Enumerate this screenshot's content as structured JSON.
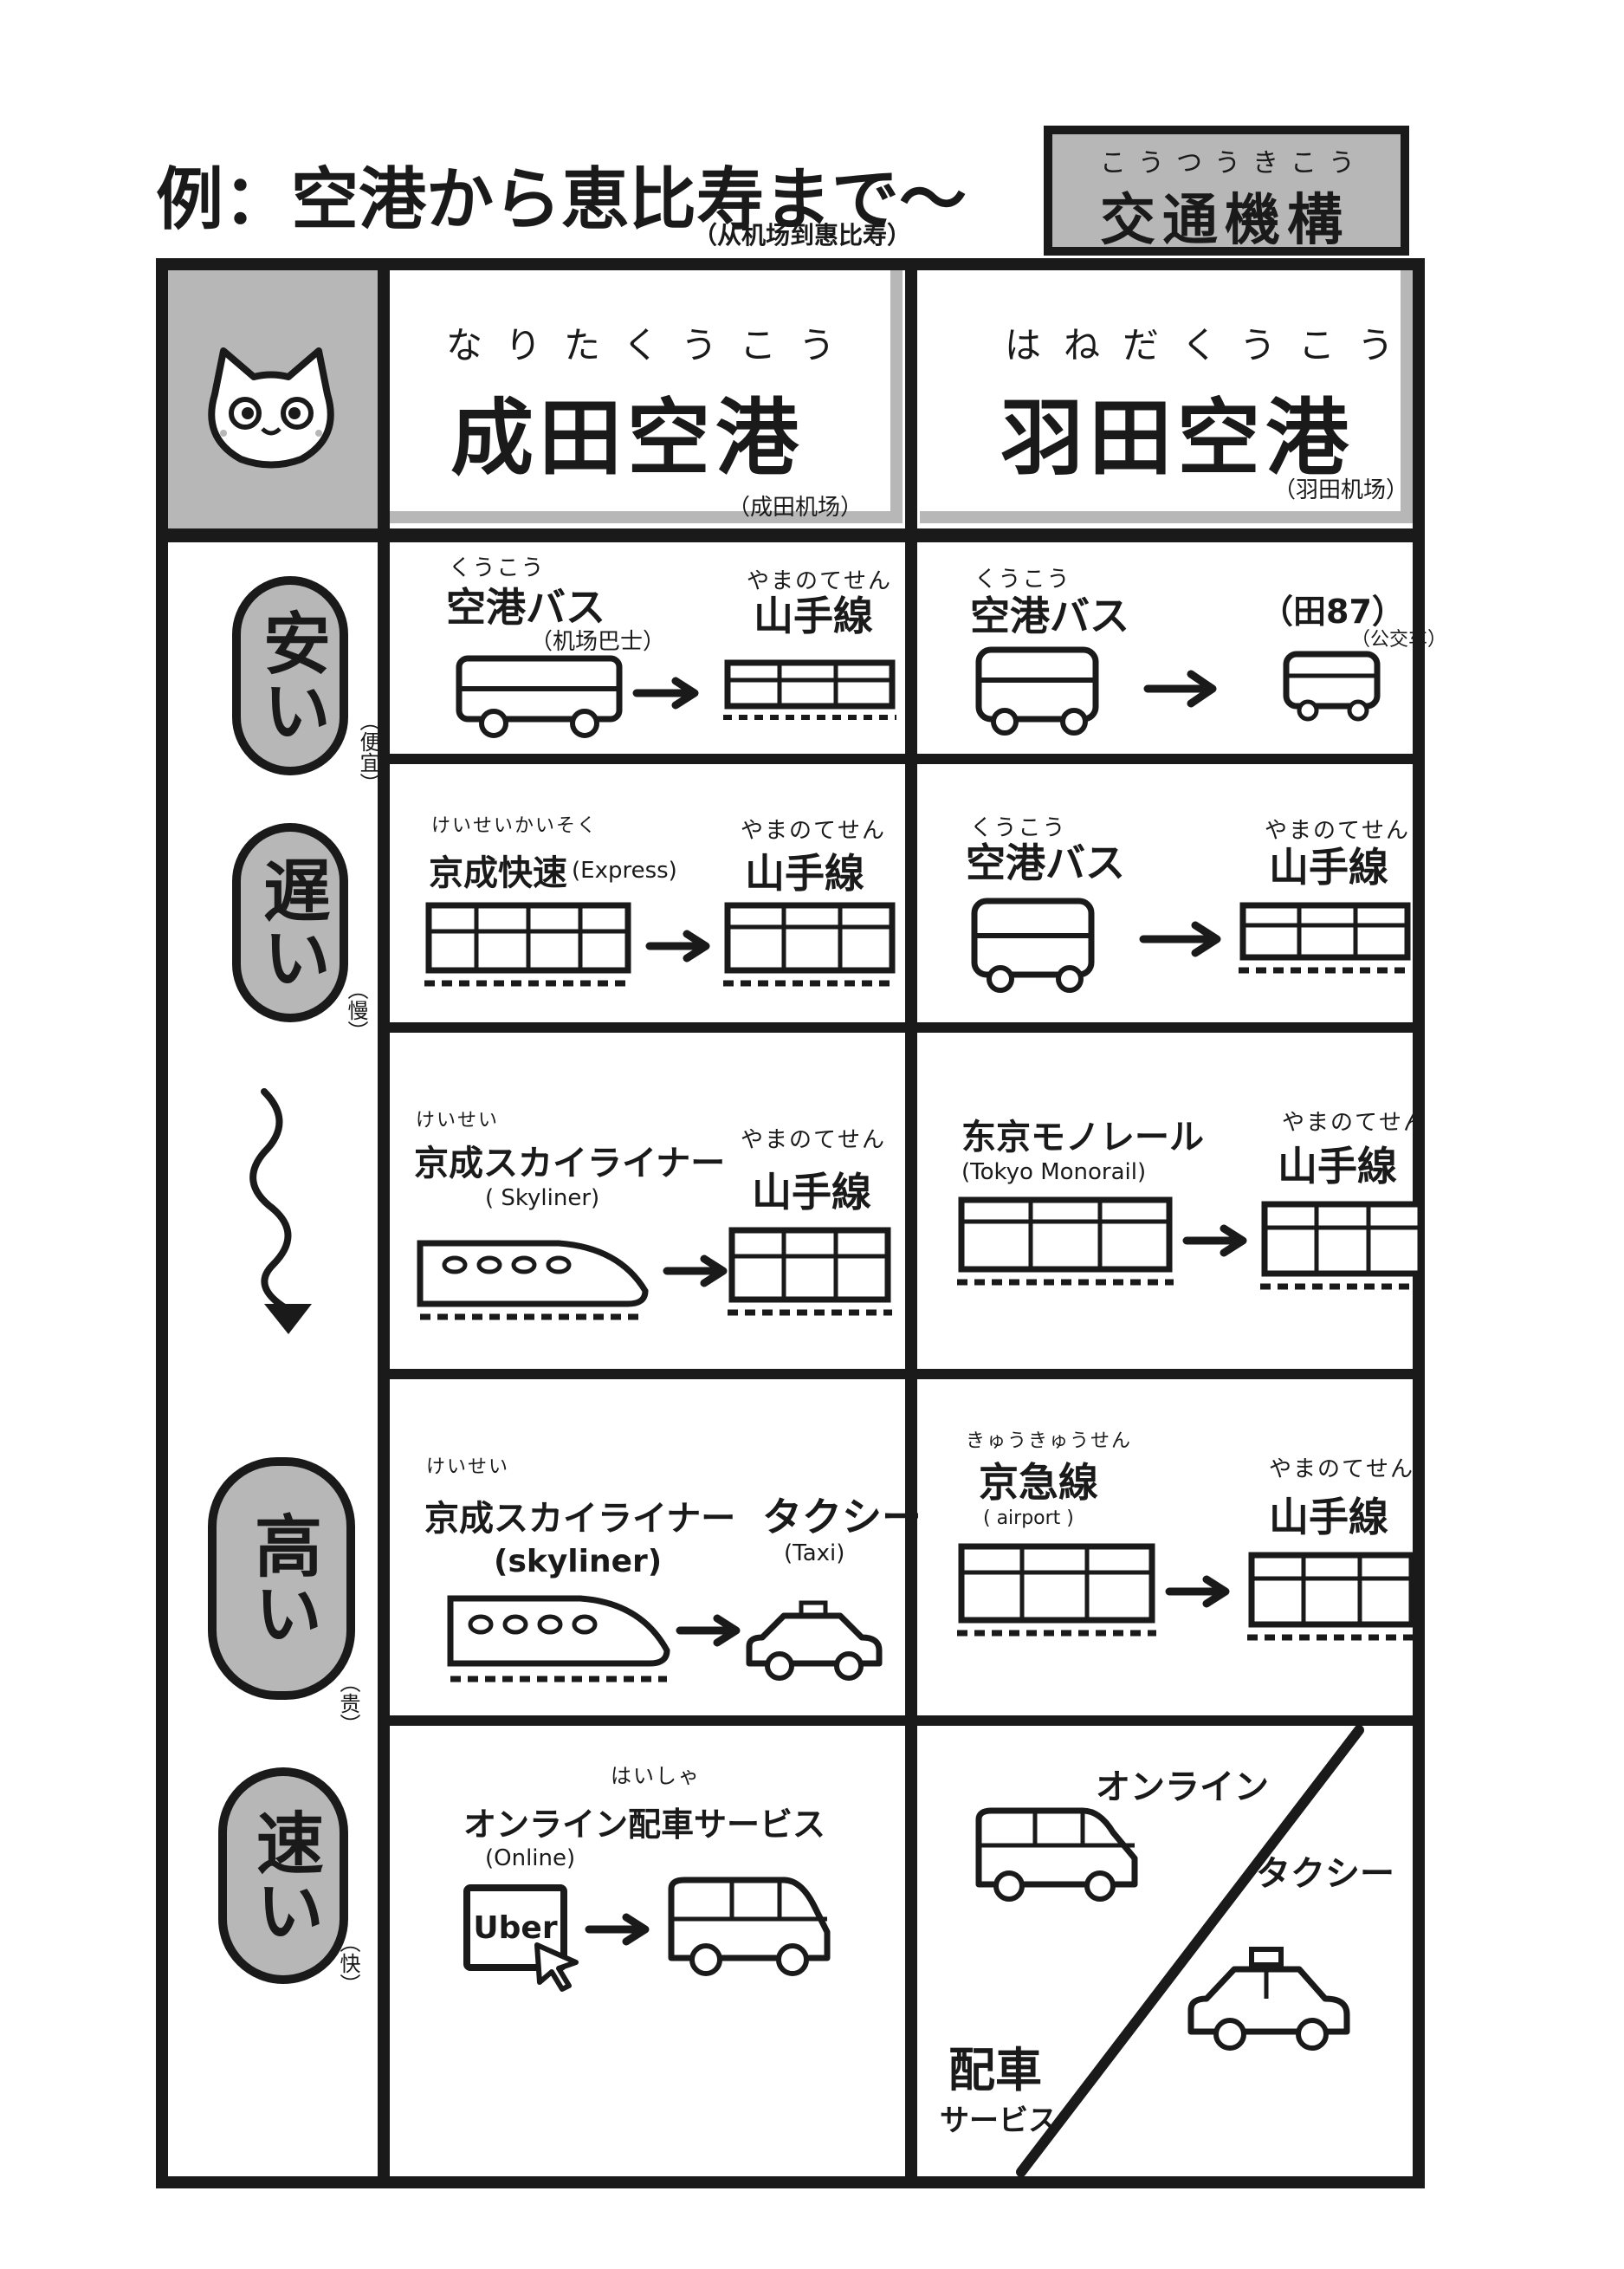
{
  "header": {
    "title": "例：空港から恵比寿まで〜",
    "subtitle": "（从机场到惠比寿）",
    "org_ruby": "こうつうきこう",
    "org_name": "交通機構"
  },
  "columns": [
    {
      "ruby": "なりたくうこう",
      "name": "成田空港",
      "note": "（成田机场）"
    },
    {
      "ruby": "はねだくうこう",
      "name": "羽田空港",
      "note": "（羽田机场）"
    }
  ],
  "scale": {
    "cheap": "安い",
    "cheap_note": "（便宜）",
    "slow": "遅い",
    "slow_note": "（慢）",
    "expensive": "高い",
    "expensive_note": "（贵）",
    "fast": "速い",
    "fast_note": "（快）"
  },
  "rows": [
    {
      "narita": {
        "from_ruby": "くうこう",
        "from": "空港バス",
        "from_note": "（机场巴士）",
        "to_ruby": "やまのてせん",
        "to": "山手線"
      },
      "haneda": {
        "from_ruby": "くうこう",
        "from": "空港バス",
        "to": "（田87）",
        "to_note": "（公交车）"
      }
    },
    {
      "narita": {
        "from_ruby": "けいせいかいそく",
        "from": "京成快速",
        "from_en": "(Express)",
        "to_ruby": "やまのてせん",
        "to": "山手線"
      },
      "haneda": {
        "from_ruby": "くうこう",
        "from": "空港バス",
        "to_ruby": "やまのてせん",
        "to": "山手線"
      }
    },
    {
      "narita": {
        "from_ruby": "けいせい",
        "from": "京成スカイライナー",
        "from_en": "( Skyliner)",
        "to_ruby": "やまのてせん",
        "to": "山手線"
      },
      "haneda": {
        "from": "东京モノレール",
        "from_en": "(Tokyo Monorail)",
        "to_ruby": "やまのてせん",
        "to": "山手線"
      }
    },
    {
      "narita": {
        "from_ruby": "けいせい",
        "from": "京成スカイライナー",
        "from_en": "(skyliner)",
        "to": "タクシー",
        "to_en": "(Taxi)"
      },
      "haneda": {
        "from_ruby": "きゅうきゅうせん",
        "from": "京急線",
        "from_en": "( airport )",
        "to_ruby": "やまのてせん",
        "to": "山手線"
      }
    },
    {
      "narita": {
        "service_ruby": "はいしゃ",
        "service": "オンライン配車サービス",
        "service_en": "(Online)",
        "logo": "Uber"
      },
      "haneda": {
        "online": "オンライン",
        "taxi": "タクシー",
        "haisha": "配車",
        "service": "サービス"
      }
    }
  ],
  "colors": {
    "ink": "#1a1a1a",
    "gray": "#b7b7b7",
    "paper": "#ffffff"
  }
}
